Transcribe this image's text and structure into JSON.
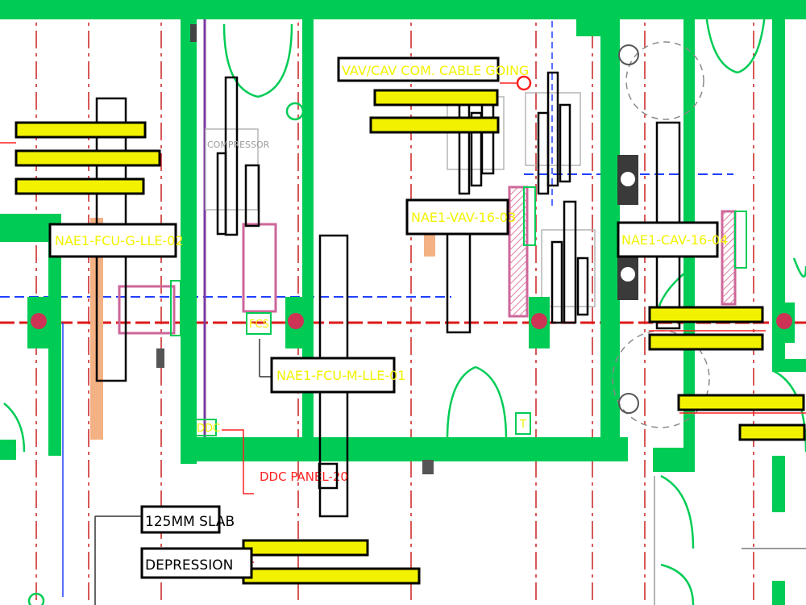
{
  "colors": {
    "wall": "#00cc55",
    "grid_red": "#cc2020",
    "duct_blue": "#2040ff",
    "tag_yellow": "#f2f200",
    "duct_pink": "#cc6699",
    "orange_fill": "#f4b183"
  },
  "labels": {
    "nae_fcu_g": "NAE1-FCU-G-LLE-02",
    "nae_fcu_m": "NAE1-FCU-M-LLE-01",
    "nae_vav": "NAE1-VAV-16-03",
    "nae_cav": "NAE1-CAV-16-04",
    "vav_cav_comm": "VAV/CAV COM. CABLE GOING",
    "ddc_panel": "DDC PANEL-20",
    "slab_line1": "125MM SLAB",
    "slab_line2": "DEPRESSION",
    "compressor": "COMPRESSOR",
    "ddc_small": "DDC",
    "fcs_small": "FCS",
    "t_small": "T"
  },
  "icons": [
    "fan-coil-icon-left",
    "fan-coil-icon-mid",
    "fan-coil-icon-right",
    "fan-coil-icon-far-right",
    "damper-icon-upper",
    "damper-icon-lower",
    "door-swing-icon",
    "thermostat-icon",
    "sensor-icon"
  ]
}
